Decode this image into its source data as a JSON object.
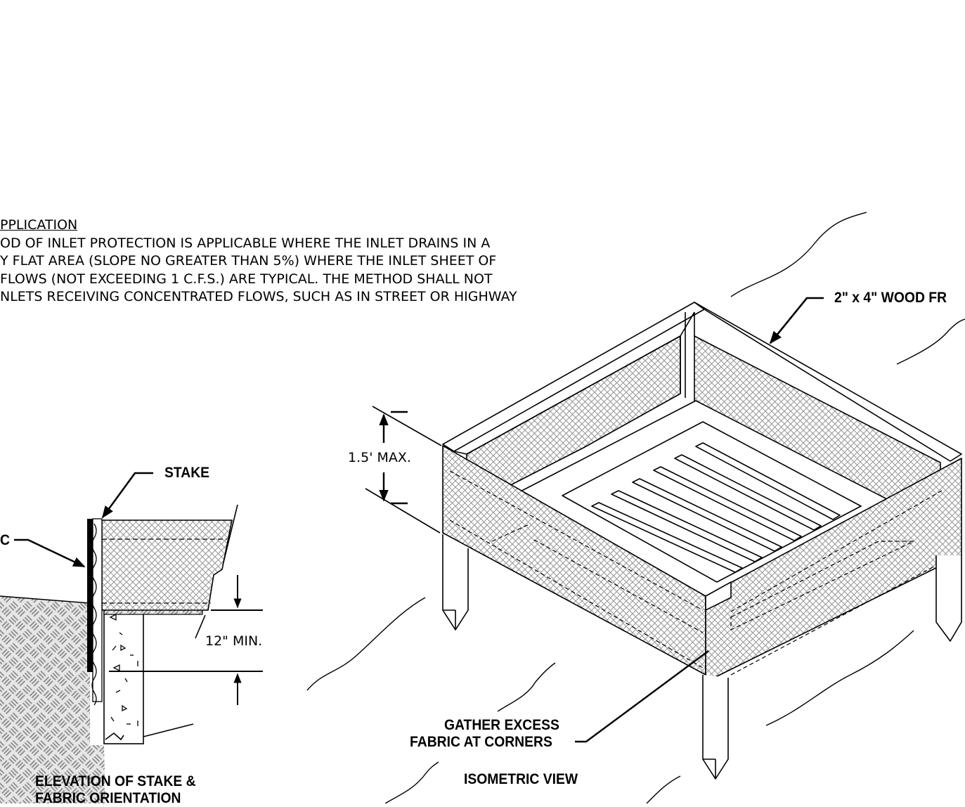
{
  "notes": {
    "heading": "PPLICATION",
    "lines": [
      "OD OF INLET PROTECTION IS APPLICABLE WHERE THE INLET DRAINS IN A",
      "Y FLAT AREA (SLOPE NO GREATER THAN 5%) WHERE THE INLET SHEET OF",
      "FLOWS (NOT EXCEEDING 1 C.F.S.) ARE TYPICAL.  THE METHOD SHALL NOT",
      "NLETS RECEIVING CONCENTRATED FLOWS, SUCH AS IN STREET OR HIGHWAY"
    ]
  },
  "labels": {
    "wood_frame": "2\" x 4\" WOOD FR",
    "stake": "STAKE",
    "fabric_partial": "C",
    "height_max": "1.5' MAX.",
    "depth_min": "12\" MIN.",
    "gather_line1": "GATHER EXCESS",
    "gather_line2": "FABRIC AT CORNERS",
    "isometric_title": "ISOMETRIC VIEW",
    "elevation_line1": "ELEVATION OF STAKE &",
    "elevation_line2": "FABRIC ORIENTATION"
  }
}
